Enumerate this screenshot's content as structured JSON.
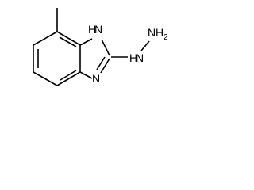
{
  "structure": {
    "labels": {
      "nh_ring": "H",
      "nh_ring_n": "N",
      "n_ring": "N",
      "hydrazine_h": "H",
      "hydrazine_n1": "N",
      "hydrazine_n2": "N",
      "hydrazine_h2": "H",
      "hydrazine_sub": "2"
    }
  }
}
